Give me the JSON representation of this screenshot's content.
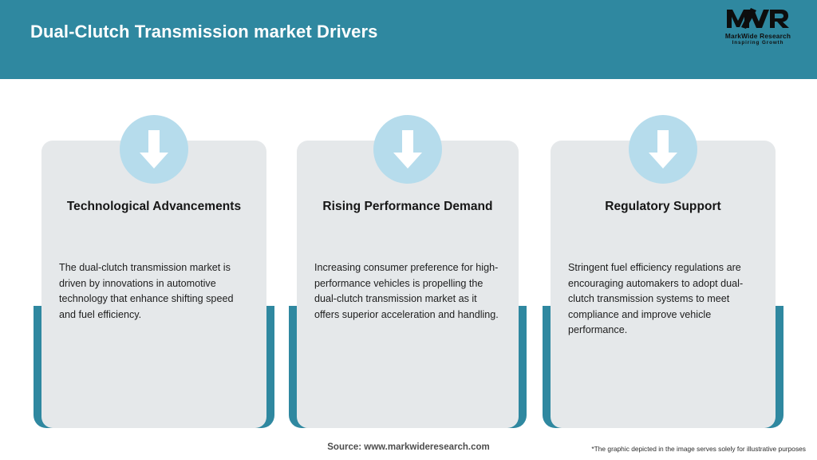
{
  "header": {
    "title": "Dual-Clutch Transmission market Drivers",
    "background_color": "#2f88a0",
    "title_color": "#ffffff"
  },
  "logo": {
    "monogram": "MWR",
    "name": "MarkWide Research",
    "tagline": "Inspiring Growth"
  },
  "theme": {
    "teal": "#2f88a0",
    "card_background": "#e5e8ea",
    "icon_circle": "#b6dcec",
    "arrow": "#ffffff"
  },
  "cards": [
    {
      "icon": "arrow-down-icon",
      "title": "Technological Advancements",
      "body": "The dual-clutch transmission market is driven by innovations in automotive technology that enhance shifting speed and fuel efficiency."
    },
    {
      "icon": "arrow-down-icon",
      "title": "Rising Performance Demand",
      "body": "Increasing consumer preference for high-performance vehicles is propelling the dual-clutch transmission market as it offers superior acceleration and handling."
    },
    {
      "icon": "arrow-down-icon",
      "title": "Regulatory Support",
      "body": "Stringent fuel efficiency regulations are encouraging automakers to adopt dual-clutch transmission systems to meet compliance and improve vehicle performance."
    }
  ],
  "footer": {
    "source": "Source: www.markwideresearch.com",
    "disclaimer": "*The graphic depicted in the image serves solely for illustrative purposes"
  }
}
